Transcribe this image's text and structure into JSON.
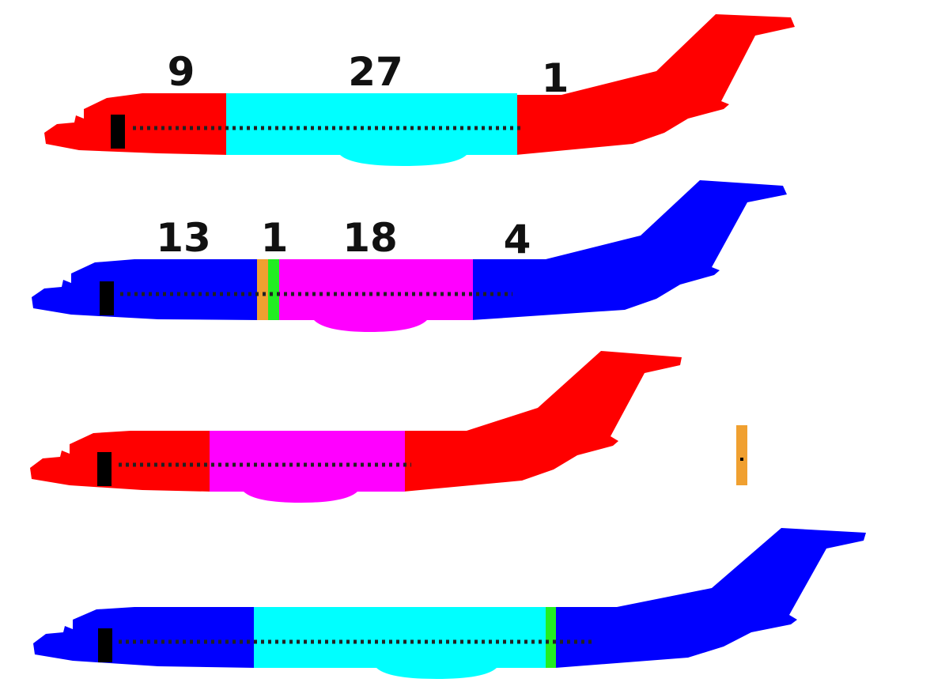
{
  "colors": {
    "red": "#ff0000",
    "blue": "#0000ff",
    "cyan": "#00ffff",
    "magenta": "#ff00ff",
    "orange": "#f0a030",
    "green": "#22ee22",
    "door": "#000000",
    "windows": "#222222"
  },
  "aircraft": [
    {
      "livery": "red",
      "sections": [
        {
          "color": "red",
          "label": "9"
        },
        {
          "color": "cyan",
          "label": "27"
        },
        {
          "color": "red",
          "label": "1"
        }
      ]
    },
    {
      "livery": "blue",
      "sections": [
        {
          "color": "blue",
          "label": "13"
        },
        {
          "color": "orange",
          "label": "1"
        },
        {
          "color": "green",
          "label": ""
        },
        {
          "color": "magenta",
          "label": "18"
        },
        {
          "color": "blue",
          "label": "4"
        }
      ]
    },
    {
      "livery": "red",
      "sections": [
        {
          "color": "red",
          "label": ""
        },
        {
          "color": "magenta",
          "label": ""
        },
        {
          "color": "red",
          "label": ""
        }
      ],
      "detached_block": {
        "color": "orange"
      }
    },
    {
      "livery": "blue",
      "sections": [
        {
          "color": "blue",
          "label": ""
        },
        {
          "color": "cyan",
          "label": ""
        },
        {
          "color": "green",
          "label": ""
        },
        {
          "color": "blue",
          "label": ""
        }
      ]
    }
  ]
}
